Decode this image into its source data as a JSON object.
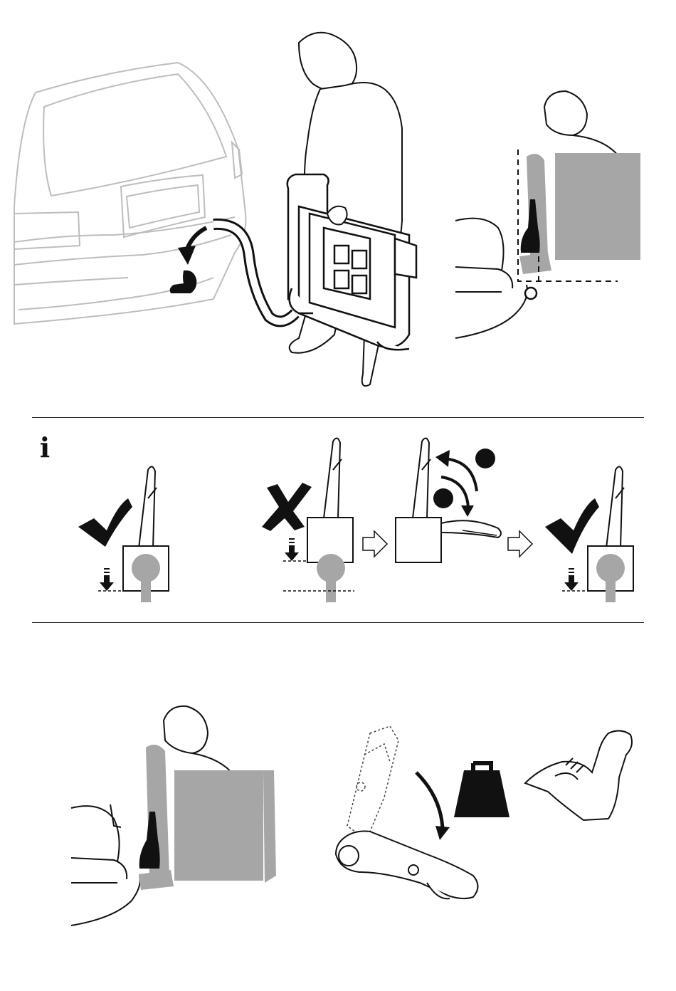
{
  "info": {
    "glyph": "i",
    "icon": "info-icon"
  },
  "colors": {
    "ink": "#111111",
    "car": "#bdbdbd",
    "gray": "#a6a6a6",
    "line": "#222222"
  },
  "steps": {
    "top": [
      "connect-to-towball",
      "lower-onto-towball"
    ],
    "info": [
      "correct-seating",
      "incorrect-seating",
      "open-lever",
      "correct-after-lever"
    ],
    "bottom": [
      "mount-carrier",
      "close-lever-force"
    ]
  }
}
